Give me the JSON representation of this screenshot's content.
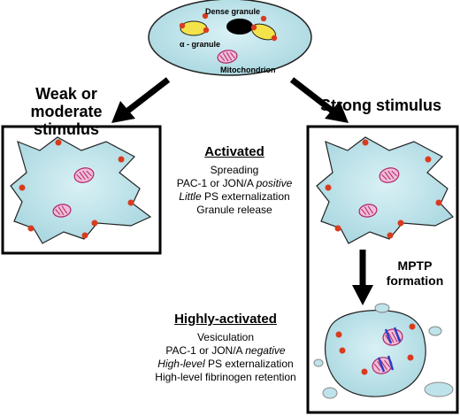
{
  "top_cell": {
    "dense_granule_label": "Dense granule",
    "alpha_granule_label": "α - granule",
    "mitochondrion_label": "Mitochondrion"
  },
  "left_branch": {
    "heading_line1": "Weak or moderate",
    "heading_line2": "stimulus"
  },
  "right_branch": {
    "heading": "Strong stimulus"
  },
  "activated": {
    "title": "Activated",
    "line1": "Spreading",
    "line2_prefix": "PAC-1 or JON/A ",
    "line2_em": "positive",
    "line3_em": "Little",
    "line3_suffix": " PS externalization",
    "line4": "Granule release"
  },
  "mptp": {
    "line1": "MPTP",
    "line2": "formation"
  },
  "highly_activated": {
    "title": "Highly-activated",
    "line1": "Vesiculation",
    "line2_prefix": "PAC-1 or JON/A ",
    "line2_em": "negative",
    "line3_em": "High-level",
    "line3_suffix": " PS externalization",
    "line4": "High-level fibrinogen retention"
  },
  "colors": {
    "cell_fill": "#bfe3ea",
    "granule_fill": "#f3e24a",
    "dot_fill": "#d93b1f",
    "mito_fill": "#f1bdd6",
    "mito_stroke": "#b0236a",
    "blue_mark": "#2b3fc9"
  }
}
